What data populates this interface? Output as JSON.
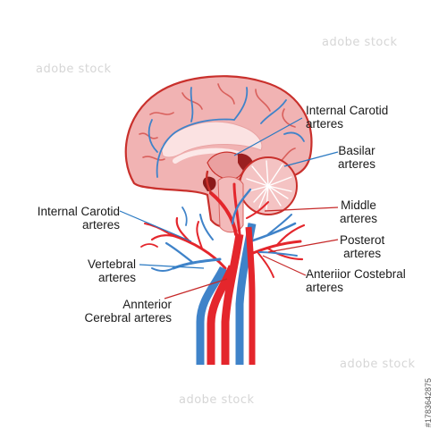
{
  "labels": {
    "internal_carotid_top": [
      "Internal Carotid",
      "arteres"
    ],
    "basilar": [
      "Basilar",
      "arteres"
    ],
    "middle": [
      "Middle",
      "arteres"
    ],
    "posterot": [
      "Posterot",
      "arteres"
    ],
    "anteriior_costebral": [
      "Anteriior Costebral",
      "arteres"
    ],
    "internal_carotid_left": [
      "Internal Carotid",
      "arteres"
    ],
    "vertebral": [
      "Vertebral",
      "arteres"
    ],
    "annterior_cerebral": [
      "Annterior",
      "Cerebral arteres"
    ]
  },
  "watermark": "adobe stock",
  "stock_id": "#1783642875",
  "colors": {
    "artery": "#e4262c",
    "vein": "#3f83c9",
    "brain": "#f1b3b3",
    "brain_dark": "#c9302c",
    "label_line_red": "#c62828",
    "label_line_blue": "#2a79c2"
  }
}
